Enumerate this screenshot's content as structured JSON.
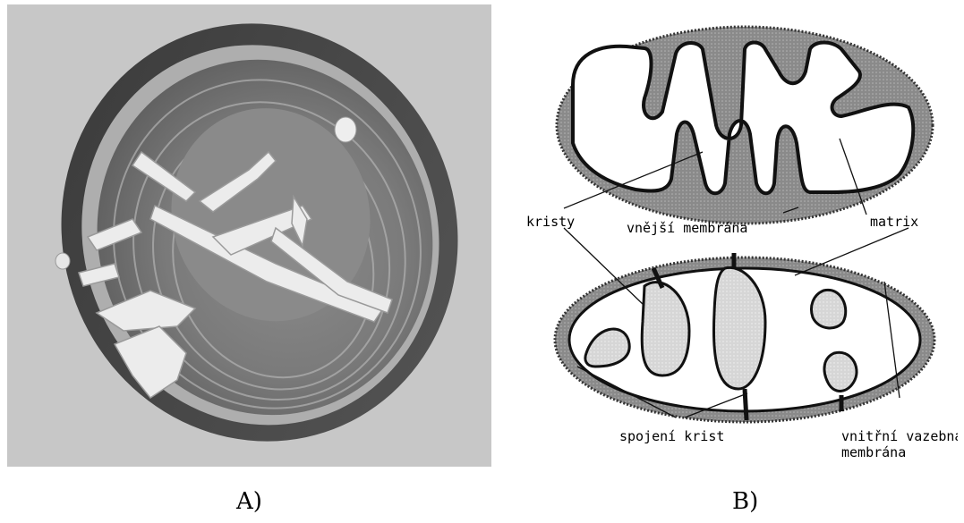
{
  "captions": {
    "a": "A)",
    "b": "B)"
  },
  "labels": {
    "kristy": "kristy",
    "vnejsi_membrana": "vnější membrána",
    "matrix": "matrix",
    "spojeni_krist": "spojení krist",
    "vnitrni_line1": "vnitřní vazebná",
    "vnitrni_line2": "membrána"
  },
  "colors": {
    "background_a": "#c7c7c7",
    "membrane": "#7a7a7a",
    "crista_fill": "#dadada",
    "matrix_fill": "#ffffff"
  }
}
